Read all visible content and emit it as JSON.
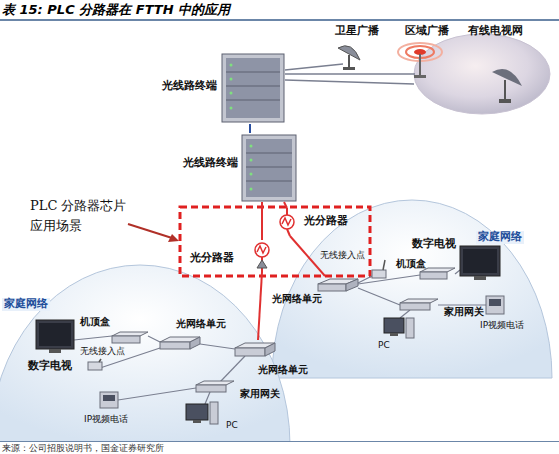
{
  "diagram": {
    "title": "表 15: PLC 分路器在 FTTH 中的应用",
    "caption": "来源：公司招股说明书，国金证券研究所",
    "nodes": [
      {
        "text": [
          "光线路终端"
        ]
      },
      {
        "text": [
          "光线路终端"
        ]
      },
      {
        "text": [
          "光分路器"
        ]
      },
      {
        "text": [
          "光分路器"
        ]
      },
      {
        "text": [
          "光网络单元"
        ]
      },
      {
        "text": [
          "光网络单元"
        ]
      }
    ],
    "edges": [
      {
        "from": 0,
        "to": 1,
        "arrow": "none"
      },
      {
        "from": 1,
        "to": 2,
        "arrow": "none"
      },
      {
        "from": 1,
        "to": 3,
        "arrow": "none"
      },
      {
        "from": 2,
        "to": 5,
        "arrow": "none"
      },
      {
        "from": 3,
        "to": 4,
        "arrow": "none"
      }
    ],
    "labels": [
      "卫星广播",
      "区域广播",
      "有线电视网",
      "PLC 分路器芯片应用场景",
      "家庭网络",
      "数字电视",
      "机顶盒",
      "无线接入点",
      "家用网关",
      "IP视频电话",
      "PC",
      "家庭网络",
      "机顶盒",
      "光网络单元",
      "无线接入点",
      "数字电视",
      "家用网关",
      "IP视频电话",
      "PC"
    ]
  }
}
